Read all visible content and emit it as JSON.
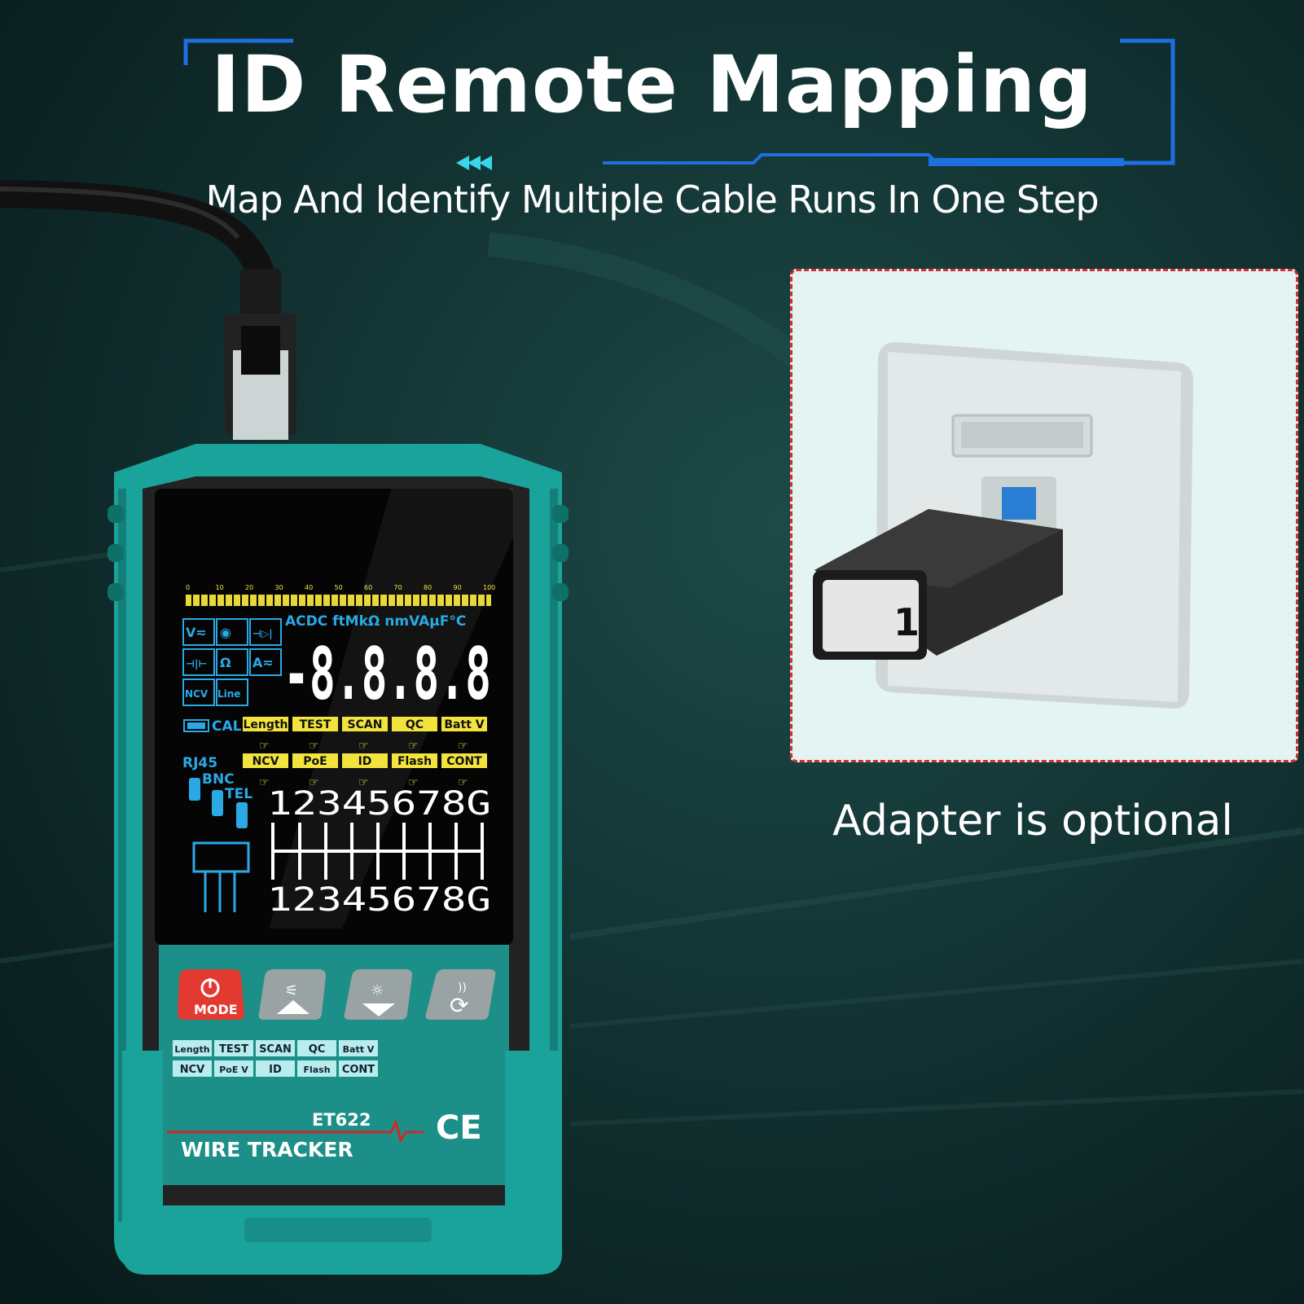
{
  "header": {
    "title": "ID Remote Mapping",
    "subtitle": "Map And Identify Multiple Cable Runs In One Step"
  },
  "adapter_panel": {
    "adapter_number": "1",
    "caption": "Adapter is optional"
  },
  "device": {
    "model": "ET622",
    "name": "WIRE TRACKER",
    "ce_mark": "CE",
    "display": {
      "scale_ticks": [
        "0",
        "10",
        "20",
        "30",
        "40",
        "50",
        "60",
        "70",
        "80",
        "90",
        "100"
      ],
      "units_row": "ACDC  ftMkΩ nmVAμF°C",
      "main_reading": "-8.8.8.8",
      "modes_top": [
        "Length",
        "TEST",
        "SCAN",
        "QC",
        "Batt V"
      ],
      "modes_bottom": [
        "NCV",
        "PoE",
        "ID",
        "Flash",
        "CONT"
      ],
      "side_labels": [
        "CAL",
        "RJ45",
        "BNC",
        "TEL"
      ],
      "icon_grid": [
        "V≂",
        "◉",
        "⊣▷|",
        "⊣|⊢",
        "Ω",
        "A≂",
        "NCV",
        "Line"
      ],
      "pin_numbers_top": "12345678G",
      "pin_numbers_bottom": "12345678G"
    },
    "buttons": {
      "mode_label": "MODE"
    },
    "key_legend": {
      "row1": [
        "Length",
        "TEST",
        "SCAN",
        "QC",
        "Batt V"
      ],
      "row2": [
        "NCV",
        "PoE V",
        "ID",
        "Flash",
        "CONT"
      ]
    }
  },
  "colors": {
    "accent_blue": "#1e6fe0",
    "device_teal": "#1aa39b",
    "lcd_yellow": "#f2e43c",
    "lcd_cyan": "#2aa9e6",
    "power_red": "#e23a30",
    "panel_border": "#d23030"
  }
}
